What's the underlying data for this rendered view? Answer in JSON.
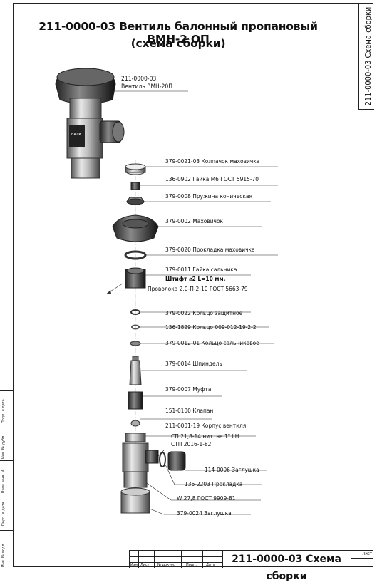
{
  "header": {
    "line1": "211-0000-03  Вентиль балонный пропановый ВМН-2 ОП",
    "line2": "(схема сборки)"
  },
  "stamp_code": "211-0000-03 Схема сборки",
  "assembly": {
    "code": "211-0000-03",
    "name": "Вентиль ВМН-20П",
    "marking": "БАЛК"
  },
  "parts": [
    {
      "text": "379-0021-03 Колпачок маховичка"
    },
    {
      "text": "136-0902 Гайка М6 ГОСТ 5915-70"
    },
    {
      "text": "379-0008 Пружина коническая"
    },
    {
      "text": "379-0002 Маховичок"
    },
    {
      "text": "379-0020 Прокладка маховичка"
    },
    {
      "text": "379-0011 Гайка сальника"
    },
    {
      "text": "Штифт ⌀2 L=10 мм.",
      "bold": true
    },
    {
      "text": "Проволока 2,0-П-2-10 ГОСТ 5663-79"
    },
    {
      "text": "379-0022 Кольцо защитное"
    },
    {
      "text": "136-1829 Кольцо 009-012-19-2-2"
    },
    {
      "text": "379-0012-01 Кольцо сальниковое"
    },
    {
      "text": "379-0014 Шпиндель"
    },
    {
      "text": "379-0007 Муфта"
    },
    {
      "text": "151-0100 Клапан"
    },
    {
      "text": "211-0001-19 Корпус вентиля"
    },
    {
      "text": "СП 21,8-14 нит. на 1\" LH"
    },
    {
      "text": "СТП 2016-1-82"
    },
    {
      "text": "114-0006 Заглушка"
    },
    {
      "text": "136-2203 Прокладка"
    },
    {
      "text": "W 27,8 ГОСТ 9909-81"
    },
    {
      "text": "379-0024 Заглушка"
    }
  ],
  "side_labels": [
    "Инв. № подл.",
    "Подп. и дата",
    "Взам. инв. №",
    "Инв. № дубл.",
    "Подп. и дата"
  ],
  "titleblock": {
    "cells": [
      "Изм.",
      "Лист",
      "№ докум.",
      "Подп.",
      "Дата"
    ],
    "title": "211-0000-03 Схема сборки",
    "list": "Лист"
  }
}
